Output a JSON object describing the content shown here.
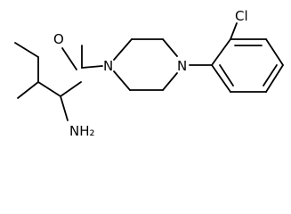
{
  "atoms": {
    "oxygen": "O",
    "n_amide": "N",
    "n_aryl": "N",
    "chlorine": "Cl",
    "amine": "NH₂"
  }
}
